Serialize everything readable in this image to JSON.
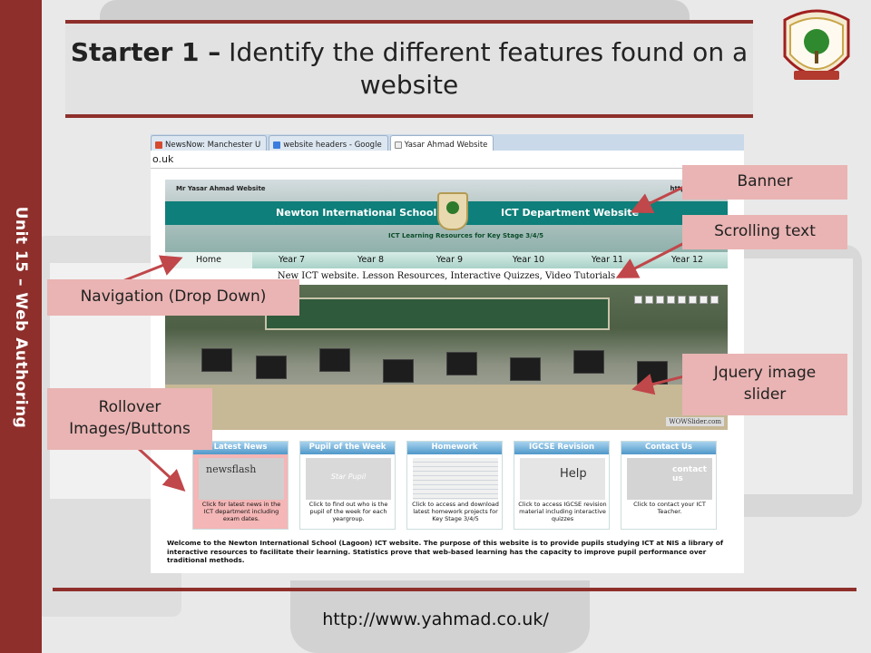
{
  "side_label": "Unit 15 – Web Authoring",
  "title": {
    "bold": "Starter 1 –",
    "rest": " Identify the different features found on a website"
  },
  "browser": {
    "tabs": [
      {
        "label": "NewsNow: Manchester U",
        "icon": "newsnow-icon"
      },
      {
        "label": "website headers - Google",
        "icon": "google-icon"
      },
      {
        "label": "Yasar Ahmad Website",
        "icon": "page-icon"
      }
    ],
    "address": "o.uk"
  },
  "site": {
    "banner_left": "Mr Yasar Ahmad Website",
    "banner_right": "http://www.ya",
    "band_left": "Newton International School",
    "band_right": "ICT Department Website",
    "band_sub": "ICT Learning Resources for Key Stage 3/4/5",
    "nav": [
      "Home",
      "Year 7",
      "Year 8",
      "Year 9",
      "Year 10",
      "Year 11",
      "Year 12"
    ],
    "scrolling_text": "New ICT website. Lesson Resources, Interactive Quizzes, Video Tutorials",
    "slider_credit": "WOWSlider.com",
    "boxes": [
      {
        "head": "Latest News",
        "img_text": "newsflash",
        "text": "Click for latest news in the ICT department including exam dates."
      },
      {
        "head": "Pupil of the Week",
        "img_text": "Star Pupil",
        "text": "Click to find out who is the pupil of the week for each yeargroup."
      },
      {
        "head": "Homework",
        "img_text": "",
        "text": "Click to access and download latest homework projects for Key Stage 3/4/5"
      },
      {
        "head": "IGCSE Revision",
        "img_text": "Help",
        "text": "Click to access IGCSE revision material including interactive quizzes"
      },
      {
        "head": "Contact Us",
        "img_text": "contact us",
        "text": "Click to contact your ICT Teacher."
      }
    ],
    "welcome": "Welcome to the Newton International School (Lagoon) ICT website. The purpose of this website is to provide pupils studying ICT at NIS a library of interactive resources to facilitate their learning. Statistics prove that web-based learning has the capacity to improve pupil performance over traditional methods."
  },
  "callouts": {
    "banner": "Banner",
    "scrolling": "Scrolling text",
    "navigation": "Navigation (Drop Down)",
    "jquery": "Jquery image slider",
    "rollover": "Rollover Images/Buttons"
  },
  "url": "http://www.yahmad.co.uk/",
  "colors": {
    "accent": "#8e2f2b",
    "callout": "#e9b4b3",
    "arrow": "#c0474a",
    "band": "#0e7f7a"
  }
}
